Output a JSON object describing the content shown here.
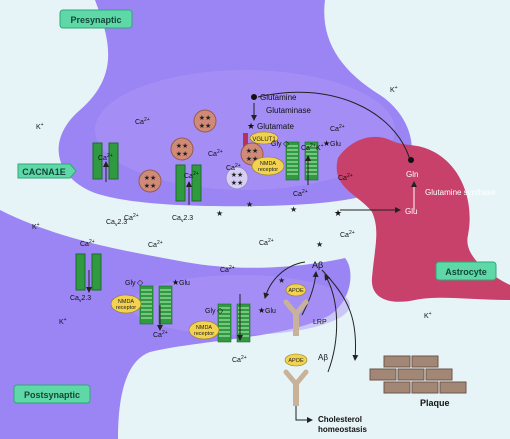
{
  "labels": {
    "presynaptic": "Presynaptic",
    "postsynaptic": "Postsynaptic",
    "astrocyte": "Astrocyte",
    "cacna1e": "CACNA1E",
    "plaque": "Plaque",
    "cholesterol_line1": "Cholesterol",
    "cholesterol_line2": "homeostasis"
  },
  "molecules": {
    "glutamine": "Glutamine",
    "glutaminase": "Glutaminase",
    "glutamate": "Glutamate",
    "vglut1": "VGLUT1",
    "gln": "Gln",
    "glu": "Glu",
    "gly": "Gly",
    "glutamine_synthase": "Glutamine synthase",
    "nmda_line1": "NMDA",
    "nmda_line2": "receptor",
    "apoe": "APOE",
    "lrp": "LRP",
    "abeta": "Aβ"
  },
  "ions": {
    "ca": "Ca",
    "ca_sup": "2+",
    "k": "K",
    "k_sup": "+"
  },
  "channel": {
    "name": "Ca",
    "sub": "v",
    "version": "2.3"
  },
  "colors": {
    "background": "#e6f4f8",
    "neuron": "#9b84f3",
    "neuron_dark": "#7a5ee8",
    "astrocyte": "#c7416a",
    "tag": "#5ed8a6",
    "channel": "#2f9a3f",
    "nmda": "#f2d24e",
    "vesicle": "#d08a78",
    "apoe": "#c9b29a",
    "brick": "#a28676"
  }
}
